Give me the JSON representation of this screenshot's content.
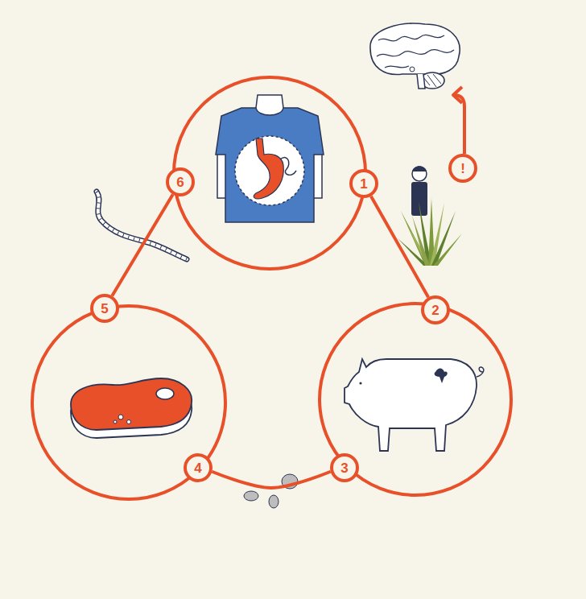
{
  "diagram": {
    "nodes": [
      {
        "text": [
          "1"
        ]
      },
      {
        "text": [
          "2"
        ]
      },
      {
        "text": [
          "3"
        ]
      },
      {
        "text": [
          "4"
        ]
      },
      {
        "text": [
          "5"
        ]
      },
      {
        "text": [
          "6"
        ]
      },
      {
        "text": [
          "!"
        ]
      }
    ],
    "edges": [
      {
        "from": 0,
        "to": 1,
        "arrow": "none"
      },
      {
        "from": 2,
        "to": 3,
        "arrow": "none"
      },
      {
        "from": 4,
        "to": 5,
        "arrow": "none"
      }
    ]
  }
}
